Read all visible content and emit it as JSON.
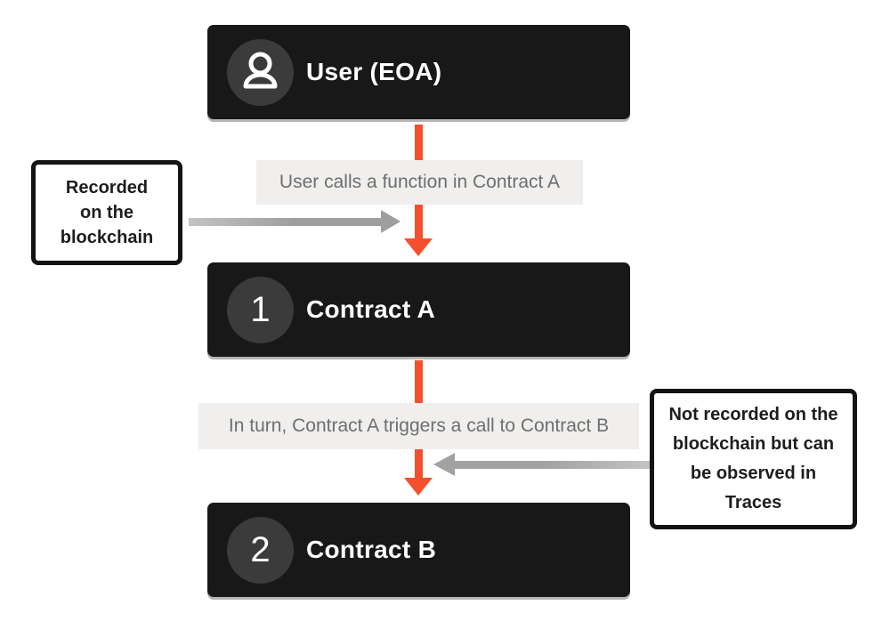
{
  "diagram": {
    "nodes": [
      {
        "title": "User (EOA)",
        "badge": ""
      },
      {
        "title": "Contract A",
        "badge": "1"
      },
      {
        "title": "Contract B",
        "badge": "2"
      }
    ],
    "edge_labels": [
      "User calls a function in Contract A",
      "In turn, Contract A triggers a call to Contract B"
    ],
    "notes": {
      "left": {
        "lines": [
          "Recorded",
          "on the",
          "blockchain"
        ]
      },
      "right": {
        "lines": [
          "Not recorded on the",
          "blockchain but can",
          "be observed in",
          "Traces"
        ]
      }
    },
    "colors": {
      "node_background": "#181818",
      "badge_background": "#3b3b3b",
      "accent_arrow": "#F4502E",
      "gray_arrow": "#9e9e9e",
      "label_background": "#f0efee",
      "label_text": "#6e6e6e",
      "note_border": "#141414",
      "note_text": "#1d1d1d"
    }
  }
}
